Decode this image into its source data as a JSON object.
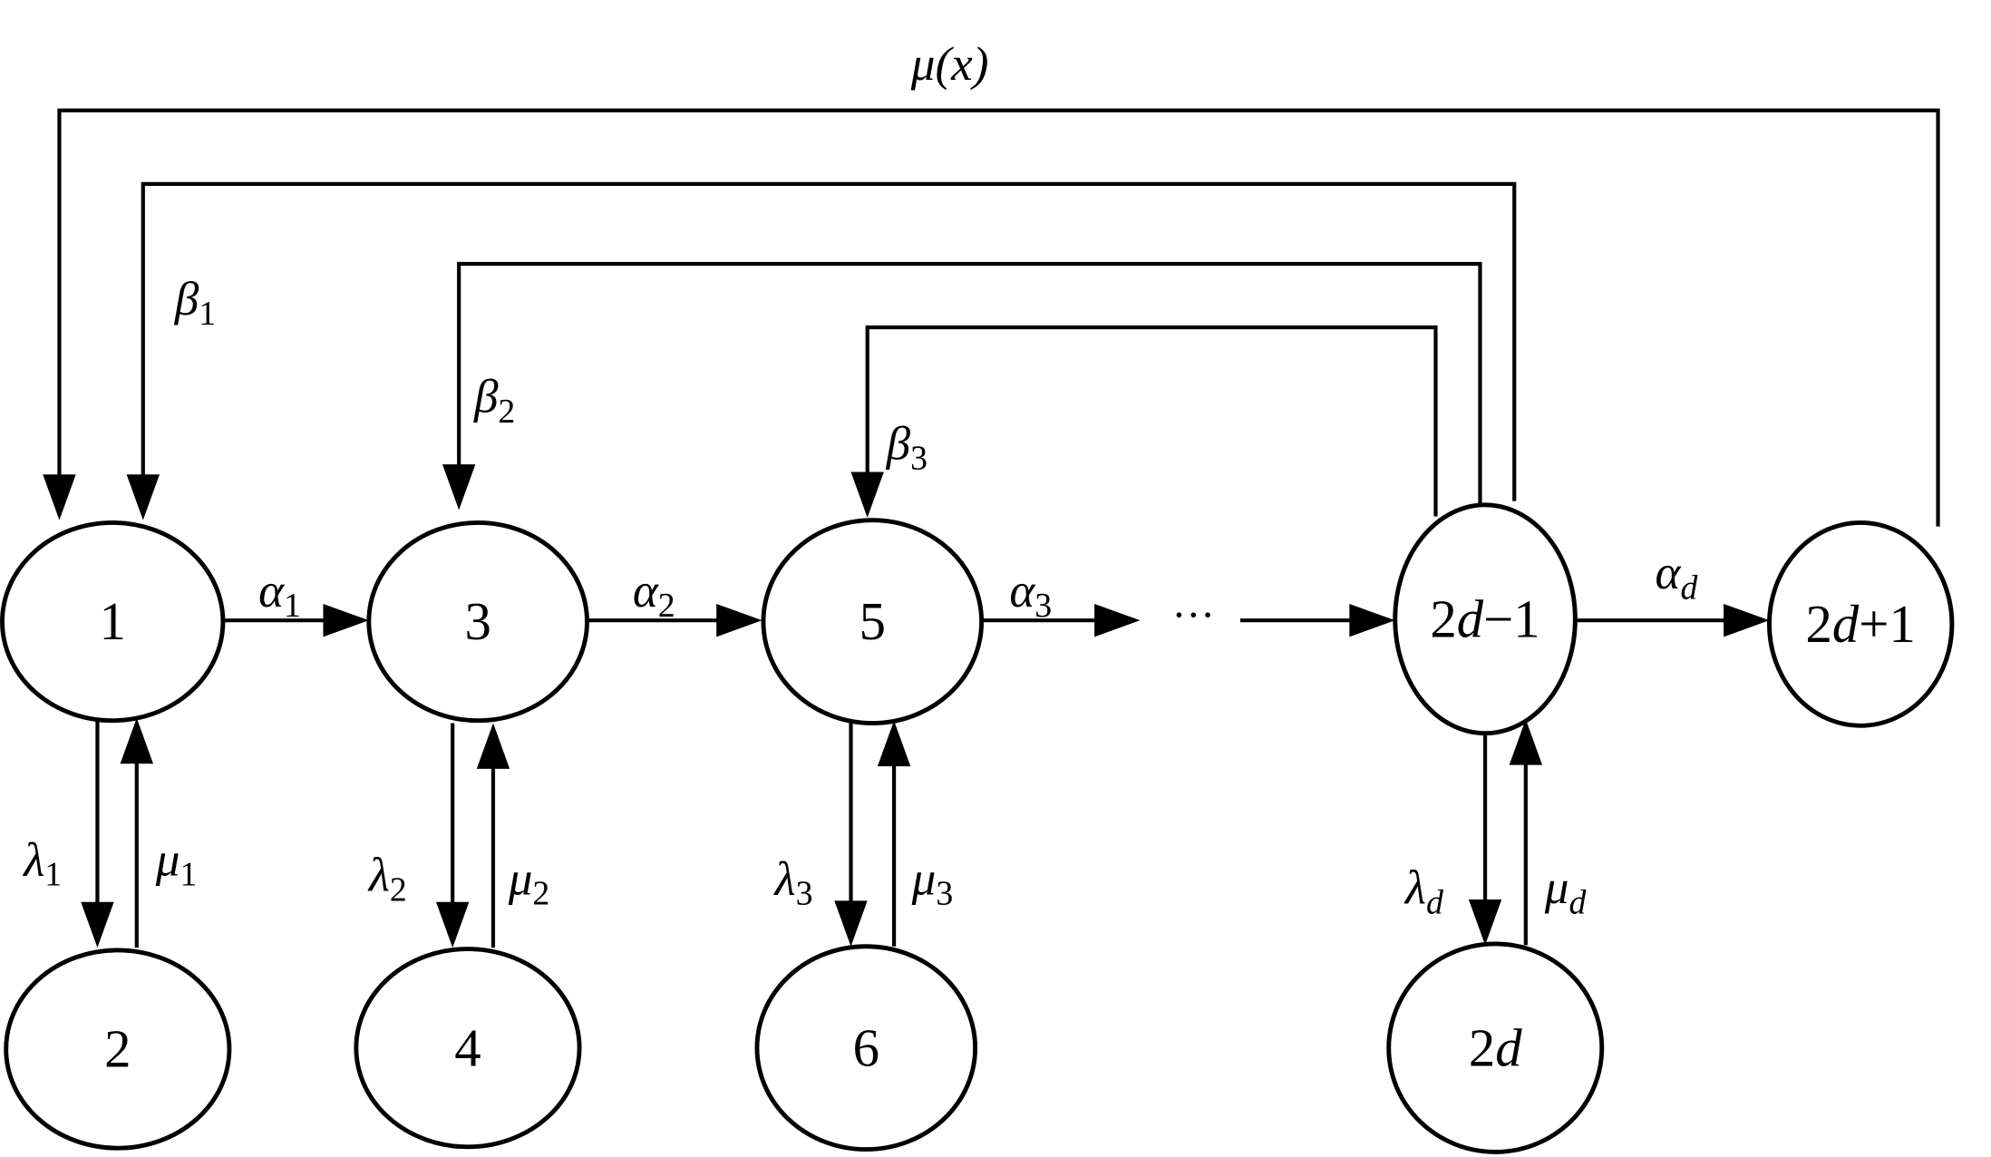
{
  "diagram": {
    "type": "state-transition-diagram",
    "nodes": [
      {
        "id": "1",
        "label_parts": [
          {
            "t": "1",
            "i": false
          }
        ]
      },
      {
        "id": "2",
        "label_parts": [
          {
            "t": "2",
            "i": false
          }
        ]
      },
      {
        "id": "3",
        "label_parts": [
          {
            "t": "3",
            "i": false
          }
        ]
      },
      {
        "id": "4",
        "label_parts": [
          {
            "t": "4",
            "i": false
          }
        ]
      },
      {
        "id": "5",
        "label_parts": [
          {
            "t": "5",
            "i": false
          }
        ]
      },
      {
        "id": "6",
        "label_parts": [
          {
            "t": "6",
            "i": false
          }
        ]
      },
      {
        "id": "2d-1",
        "label_parts": [
          {
            "t": "2",
            "i": false
          },
          {
            "t": "d",
            "i": true
          },
          {
            "t": "−1",
            "i": false
          }
        ]
      },
      {
        "id": "2d",
        "label_parts": [
          {
            "t": "2",
            "i": false
          },
          {
            "t": "d",
            "i": true
          }
        ]
      },
      {
        "id": "2d+1",
        "label_parts": [
          {
            "t": "2",
            "i": false
          },
          {
            "t": "d",
            "i": true
          },
          {
            "t": "+1",
            "i": false
          }
        ]
      }
    ],
    "ellipsis": "···",
    "edges": [
      {
        "from": "1",
        "to": "3",
        "symbol": "α",
        "sub": "1",
        "sub_italic": false
      },
      {
        "from": "3",
        "to": "5",
        "symbol": "α",
        "sub": "2",
        "sub_italic": false
      },
      {
        "from": "5",
        "to": "…",
        "symbol": "α",
        "sub": "3",
        "sub_italic": false
      },
      {
        "from": "…",
        "to": "2d-1",
        "symbol": "",
        "sub": "",
        "sub_italic": false
      },
      {
        "from": "2d-1",
        "to": "2d+1",
        "symbol": "α",
        "sub": "d",
        "sub_italic": true
      },
      {
        "from": "1",
        "to": "2",
        "symbol": "λ",
        "sub": "1",
        "sub_italic": false
      },
      {
        "from": "2",
        "to": "1",
        "symbol": "μ",
        "sub": "1",
        "sub_italic": false
      },
      {
        "from": "3",
        "to": "4",
        "symbol": "λ",
        "sub": "2",
        "sub_italic": false
      },
      {
        "from": "4",
        "to": "3",
        "symbol": "μ",
        "sub": "2",
        "sub_italic": false
      },
      {
        "from": "5",
        "to": "6",
        "symbol": "λ",
        "sub": "3",
        "sub_italic": false
      },
      {
        "from": "6",
        "to": "5",
        "symbol": "μ",
        "sub": "3",
        "sub_italic": false
      },
      {
        "from": "2d-1",
        "to": "2d",
        "symbol": "λ",
        "sub": "d",
        "sub_italic": true
      },
      {
        "from": "2d",
        "to": "2d-1",
        "symbol": "μ",
        "sub": "d",
        "sub_italic": true
      },
      {
        "from": "2d-1",
        "to": "1",
        "symbol": "β",
        "sub": "1",
        "sub_italic": false
      },
      {
        "from": "2d-1",
        "to": "3",
        "symbol": "β",
        "sub": "2",
        "sub_italic": false
      },
      {
        "from": "2d-1",
        "to": "5",
        "symbol": "β",
        "sub": "3",
        "sub_italic": false
      },
      {
        "from": "2d+1",
        "to": "1",
        "symbol": "μ(x)",
        "sub": "",
        "sub_italic": false
      }
    ]
  }
}
